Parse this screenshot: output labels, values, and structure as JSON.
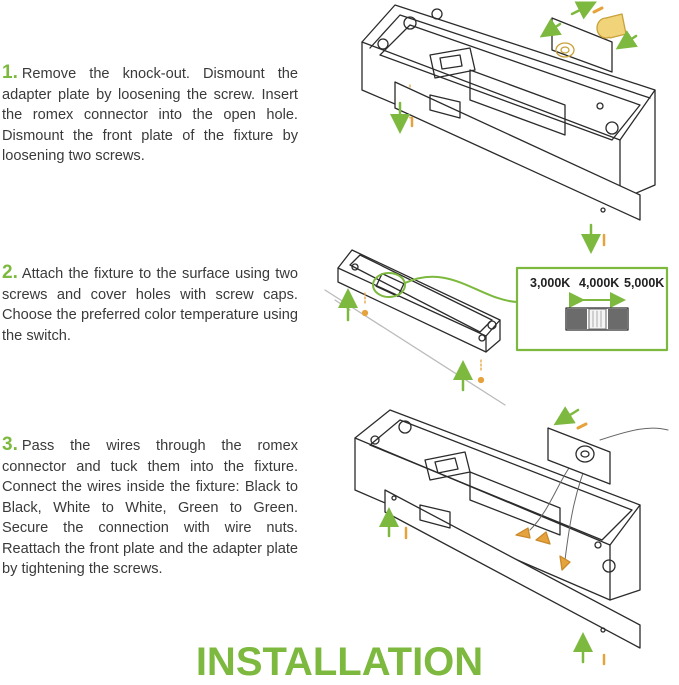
{
  "steps": [
    {
      "number": "1.",
      "text": "Remove the knock-out. Dismount the adapter plate by loosening the screw. Insert the romex connector into the open hole. Dismount the front plate of the fixture by loosening two screws."
    },
    {
      "number": "2.",
      "text": "Attach the fixture to the surface using two screws and cover holes with screw caps. Choose the preferred color temperature using the switch."
    },
    {
      "number": "3.",
      "text": "Pass the wires through the romex connector and tuck them into the fixture. Connect the wires inside the fixture: Black to Black, White to White, Green to Green. Secure the connection with wire nuts. Reattach the front plate and the adapter plate by tightening the screws."
    }
  ],
  "color_temp": {
    "options": [
      "3,000K",
      "4,000K",
      "5,000K"
    ]
  },
  "title": "INSTALLATION",
  "colors": {
    "accent": "#7cb93e",
    "screw": "#e6a23c",
    "line": "#2b2b2b"
  }
}
